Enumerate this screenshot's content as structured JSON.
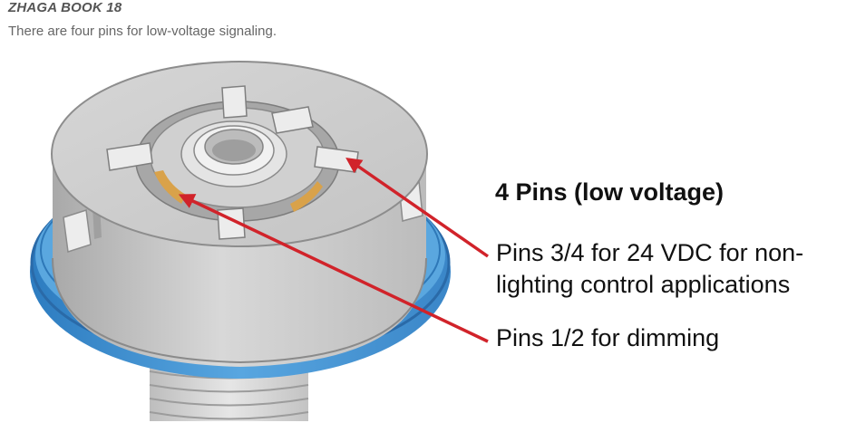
{
  "caption": {
    "title": "ZHAGA BOOK 18",
    "subtitle": "There are four pins for low-voltage signaling."
  },
  "diagram": {
    "heading": "4 Pins (low voltage)",
    "callouts": [
      {
        "id": "pins34",
        "text": "Pins 3/4 for 24 VDC for non-lighting control applications"
      },
      {
        "id": "pins12",
        "text": "Pins 1/2 for dimming"
      }
    ],
    "colors": {
      "arrow": "#d1232a",
      "gasket": "#3e8fd0",
      "body": "#cfcfcf",
      "contact": "#d9a24a"
    }
  }
}
